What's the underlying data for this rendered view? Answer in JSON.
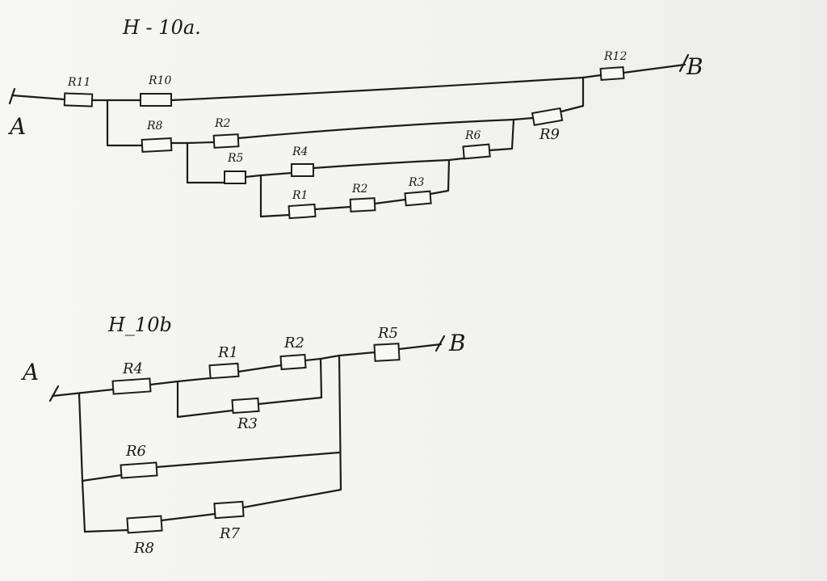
{
  "diagram_a": {
    "title": "H - 10a.",
    "terminal_a": "A",
    "terminal_b": "B",
    "labels": {
      "r11": "R11",
      "r10": "R10",
      "r12": "R12",
      "r8": "R8",
      "r2": "R2",
      "r5": "R5",
      "r4": "R4",
      "r6": "R6",
      "r9": "R9",
      "r1": "R1",
      "r7": "R2",
      "r3": "R3"
    }
  },
  "diagram_b": {
    "title": "H_10b",
    "terminal_a": "A",
    "terminal_b": "B",
    "labels": {
      "r4": "R4",
      "r1": "R1",
      "r2": "R2",
      "r5": "R5",
      "r3": "R3",
      "r6": "R6",
      "r8": "R8",
      "r7": "R7"
    }
  }
}
